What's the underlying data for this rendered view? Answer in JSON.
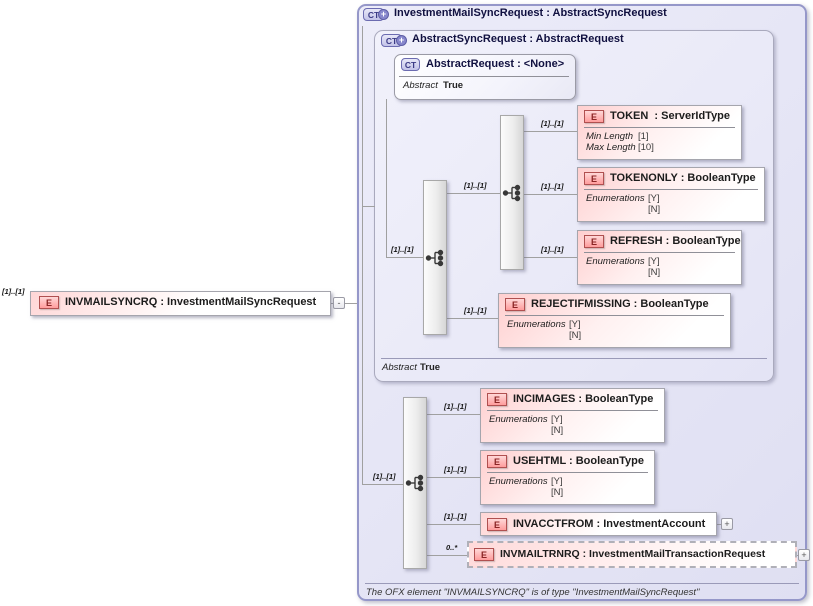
{
  "icons": {
    "complex_type": "CT",
    "element": "E",
    "expand": "+",
    "collapse": "-"
  },
  "colors": {
    "container_bg": "#e3e3f6",
    "container_border": "#9597c9",
    "element_pink": "#ffcfcf",
    "element_icon_border": "#b05050",
    "line": "#a0a0a0"
  },
  "root_element": {
    "cardinality": "[1]..[1]",
    "label": "INVMAILSYNCRQ : InvestmentMailSyncRequest"
  },
  "containers": {
    "investment_mail_sync_request": {
      "title": "InvestmentMailSyncRequest : AbstractSyncRequest"
    },
    "abstract_sync_request": {
      "title": "AbstractSyncRequest : AbstractRequest",
      "abstract_label": "Abstract",
      "abstract_value": "True"
    },
    "abstract_request": {
      "title": "AbstractRequest : <None>",
      "abstract_label": "Abstract",
      "abstract_value": "True"
    }
  },
  "groups": {
    "sync_sequence": {
      "cardinality": "[1]..[1]"
    },
    "inner_sequence": {
      "cardinality": "[1]..[1]"
    },
    "ext_sequence": {
      "cardinality": "[1]..[1]"
    }
  },
  "elements": {
    "token": {
      "cardinality": "[1]..[1]",
      "title": "TOKEN  : ServerIdType",
      "rows": [
        {
          "label": "Min Length",
          "value": "[1]"
        },
        {
          "label": "Max Length",
          "value": "[10]"
        }
      ]
    },
    "tokenonly": {
      "cardinality": "[1]..[1]",
      "title": "TOKENONLY : BooleanType",
      "rows": [
        {
          "label": "Enumerations",
          "value": "[Y]"
        },
        {
          "label": "",
          "value": "[N]"
        }
      ]
    },
    "refresh": {
      "cardinality": "[1]..[1]",
      "title": "REFRESH : BooleanType",
      "rows": [
        {
          "label": "Enumerations",
          "value": "[Y]"
        },
        {
          "label": "",
          "value": "[N]"
        }
      ]
    },
    "rejectifmissing": {
      "cardinality": "[1]..[1]",
      "title": "REJECTIFMISSING : BooleanType",
      "rows": [
        {
          "label": "Enumerations",
          "value": "[Y]"
        },
        {
          "label": "",
          "value": "[N]"
        }
      ]
    },
    "incimages": {
      "cardinality": "[1]..[1]",
      "title": "INCIMAGES : BooleanType",
      "rows": [
        {
          "label": "Enumerations",
          "value": "[Y]"
        },
        {
          "label": "",
          "value": "[N]"
        }
      ]
    },
    "usehtml": {
      "cardinality": "[1]..[1]",
      "title": "USEHTML : BooleanType",
      "rows": [
        {
          "label": "Enumerations",
          "value": "[Y]"
        },
        {
          "label": "",
          "value": "[N]"
        }
      ]
    },
    "invacctfrom": {
      "cardinality": "[1]..[1]",
      "title": "INVACCTFROM : InvestmentAccount"
    },
    "invmailtrnrq": {
      "cardinality": "0..*",
      "title": "INVMAILTRNRQ : InvestmentMailTransactionRequest"
    }
  },
  "footer": {
    "note": "The OFX element \"INVMAILSYNCRQ\" is of type \"InvestmentMailSyncRequest\""
  }
}
